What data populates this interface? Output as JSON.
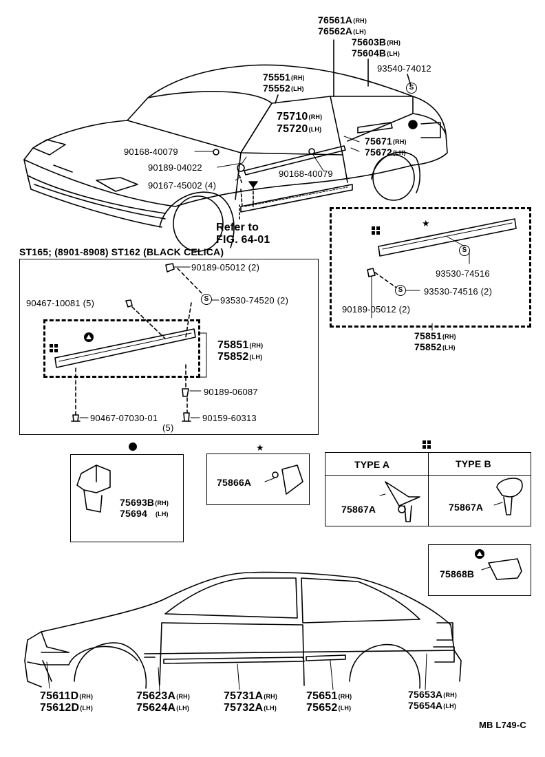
{
  "top": {
    "p76561": "76561A",
    "p76562": "76562A",
    "p75603": "75603B",
    "p75604": "75604B",
    "p93540": "93540-74012",
    "p75551": "75551",
    "p75552": "75552",
    "p75710": "75710",
    "p75720": "75720",
    "p75671": "75671",
    "p75672": "75672",
    "p90168a": "90168-40079",
    "p90189": "90189-04022",
    "p90167": "90167-45002 (4)",
    "p90168b": "90168-40079",
    "refer1": "Refer to",
    "refer2": "FIG. 64-01"
  },
  "tags": {
    "rh": "(RH)",
    "lh": "(LH)"
  },
  "variant_title": "ST165; (8901-8908) ST162 (BLACK CELICA)",
  "left_box": {
    "p90189a": "90189-05012 (2)",
    "p93530": "93530-74520 (2)",
    "p90467a": "90467-10081 (5)",
    "p75851": "75851",
    "p75852": "75852",
    "p90189b": "90189-06087",
    "p90467b": "90467-07030-01",
    "p90467b_qty": "(5)",
    "p90159": "90159-60313"
  },
  "right_box": {
    "p93530a": "93530-74516",
    "p93530b": "93530-74516 (2)",
    "p90189": "90189-05012 (2)",
    "p75851": "75851",
    "p75852": "75852"
  },
  "detail": {
    "p75693": "75693B",
    "p75694": "75694",
    "p75866": "75866A",
    "type_a": "TYPE A",
    "type_b": "TYPE B",
    "p75867a": "75867A",
    "p75867b": "75867A",
    "p75868": "75868B"
  },
  "bottom": {
    "p75611": "75611D",
    "p75612": "75612D",
    "p75623": "75623A",
    "p75624": "75624A",
    "p75731": "75731A",
    "p75732": "75732A",
    "p75651": "75651",
    "p75652": "75652",
    "p75653": "75653A",
    "p75654": "75654A"
  },
  "code": "MB L749-C",
  "icons": [
    "s-circle-symbol",
    "filled-circle-symbol",
    "star-symbol",
    "four-squares-symbol",
    "triangle-circle-symbol"
  ]
}
